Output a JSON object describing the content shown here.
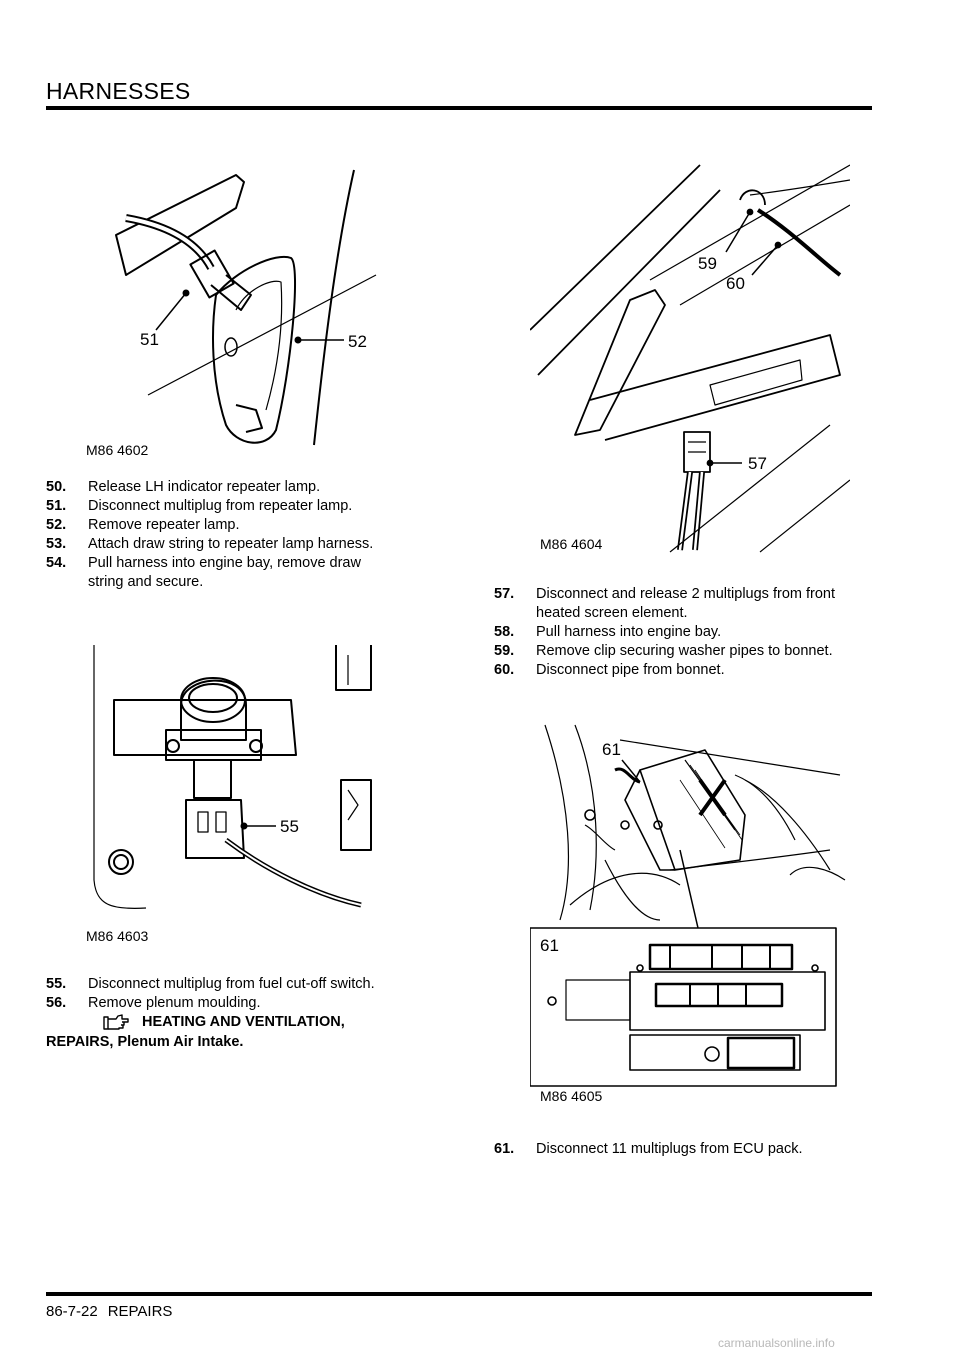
{
  "header": {
    "title": "HARNESSES"
  },
  "footer": {
    "page_number": "86-7-22",
    "section": "REPAIRS"
  },
  "watermark": "carmanualsonline.info",
  "figures": [
    {
      "code": "M86 4602",
      "callouts": [
        "51",
        "52"
      ]
    },
    {
      "code": "M86 4603",
      "callouts": [
        "55"
      ]
    },
    {
      "code": "M86 4604",
      "callouts": [
        "59",
        "60",
        "57"
      ]
    },
    {
      "code": "M86 4605",
      "callouts": [
        "61",
        "61"
      ]
    }
  ],
  "steps_a": [
    {
      "num": "50.",
      "text": "Release LH indicator repeater lamp."
    },
    {
      "num": "51.",
      "text": "Disconnect multiplug from repeater lamp."
    },
    {
      "num": "52.",
      "text": "Remove repeater lamp."
    },
    {
      "num": "53.",
      "text": "Attach draw string to repeater lamp  harness."
    },
    {
      "num": "54.",
      "text": "Pull harness into engine bay, remove  draw string and secure."
    }
  ],
  "steps_b": [
    {
      "num": "55.",
      "text": "Disconnect multiplug from fuel cut-off switch."
    },
    {
      "num": "56.",
      "text": "Remove plenum moulding."
    }
  ],
  "xref": {
    "line1": "HEATING AND VENTILATION,",
    "line2": "REPAIRS, Plenum Air Intake.",
    "icon": "pointing-hand-icon"
  },
  "steps_c": [
    {
      "num": "57.",
      "text": "Disconnect and release 2 multiplugs from front heated screen element."
    },
    {
      "num": "58.",
      "text": "Pull harness into engine bay."
    },
    {
      "num": "59.",
      "text": "Remove clip securing washer pipes to bonnet."
    },
    {
      "num": "60.",
      "text": "Disconnect pipe from bonnet."
    }
  ],
  "steps_d": [
    {
      "num": "61.",
      "text": "Disconnect 11 multiplugs from ECU pack."
    }
  ]
}
